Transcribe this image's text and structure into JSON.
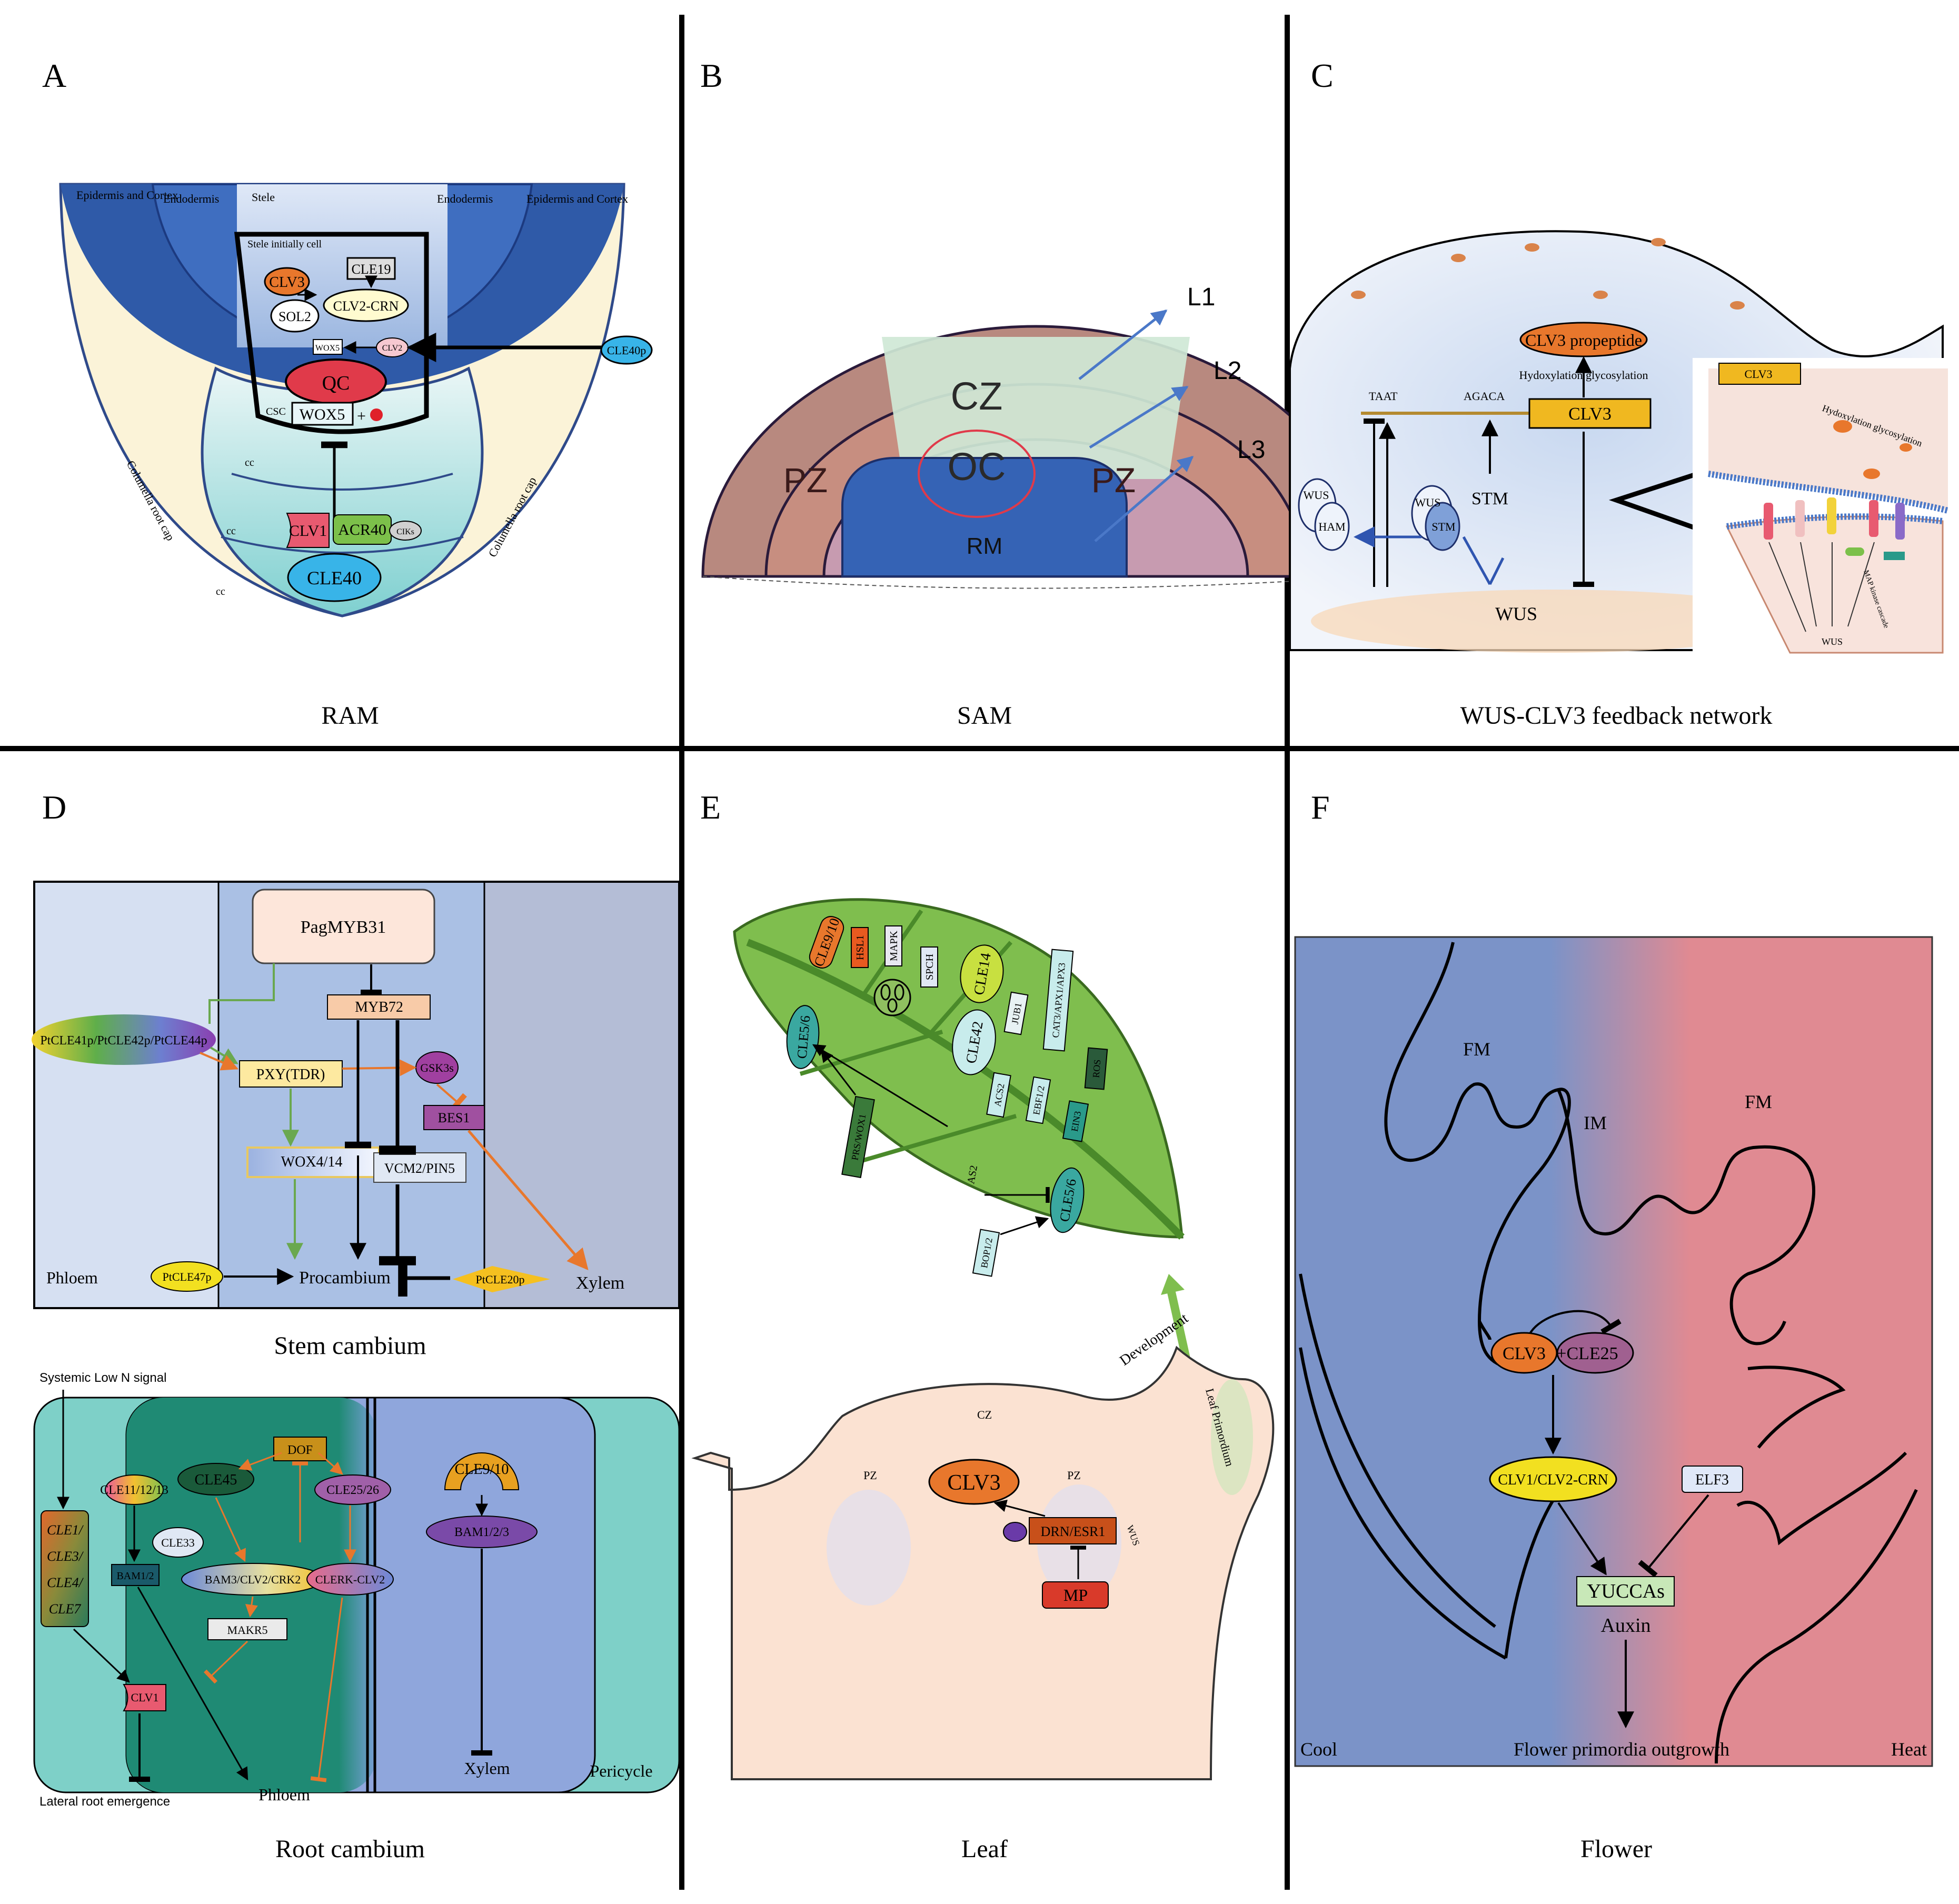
{
  "panels": {
    "A": {
      "letter": "A",
      "caption": "RAM",
      "labels": {
        "epi_left": "Epidermis and Cortex",
        "endo_left": "Endodermis",
        "stele": "Stele",
        "endo_right": "Endodermis",
        "epi_right": "Epidermis and Cortex",
        "stele_init": "Stele initially cell",
        "clv3": "CLV3",
        "cle19": "CLE19",
        "sol2": "SOL2",
        "clv2crn": "CLV2-CRN",
        "wox5_small": "WOX5",
        "clv2": "CLV2",
        "cle40p": "CLE40p",
        "qc": "QC",
        "csc": "CSC",
        "wox5": "WOX5",
        "plus": "+",
        "cc1": "cc",
        "cc2": "cc",
        "cc3": "cc",
        "clv1": "CLV1",
        "acr40": "ACR40",
        "ciks": "CIKs",
        "cle40": "CLE40",
        "col_left": "Columella root cap",
        "col_right": "Columella root cap"
      }
    },
    "B": {
      "letter": "B",
      "caption": "SAM",
      "labels": {
        "cz": "CZ",
        "oc": "OC",
        "pz_left": "PZ",
        "pz_right": "PZ",
        "rm": "RM",
        "l1": "L1",
        "l2": "L2",
        "l3": "L3"
      }
    },
    "C": {
      "letter": "C",
      "caption": "WUS-CLV3 feedback network",
      "labels": {
        "propeptide": "CLV3 propeptide",
        "hydrox": "Hydoxylation glycosylation",
        "taat": "TAAT",
        "agaca": "AGACA",
        "clv3": "CLV3",
        "stm": "STM",
        "wus_c": "WUS",
        "stm_c": "STM",
        "wus_h": "WUS",
        "ham": "HAM",
        "wus": "WUS",
        "inset_clv3": "CLV3",
        "inset_hydrox": "Hydoxylation glycosylation",
        "inset_map": "MAP kinase cascade",
        "inset_wus": "WUS"
      }
    },
    "D": {
      "letter": "D",
      "caption_stem": "Stem cambium",
      "caption_root": "Root cambium",
      "stem": {
        "pagmyb31": "PagMYB31",
        "myb72": "MYB72",
        "ptcle": "PtCLE41p/PtCLE42p/PtCLE44p",
        "pxy": "PXY(TDR)",
        "gsk3s": "GSK3s",
        "bes1": "BES1",
        "wox4": "WOX4/14",
        "vcm2": "VCM2/PIN5",
        "phloem": "Phloem",
        "ptcle47": "PtCLE47p",
        "procambium": "Procambium",
        "ptcle20": "PtCLE20p",
        "xylem": "Xylem"
      },
      "root": {
        "systemic": "Systemic Low N signal",
        "cle1": "CLE1/",
        "cle3": "CLE3/",
        "cle4": "CLE4/",
        "cle7": "CLE7",
        "cle11": "CLE11/12/13",
        "cle45": "CLE45",
        "dof": "DOF",
        "cle25": "CLE25/26",
        "cle9": "CLE9/10",
        "cle33": "CLE33",
        "bam12": "BAM1/2",
        "bam3": "BAM3/CLV2/CRK2",
        "clerk": "CLERK-CLV2",
        "bam123": "BAM1/2/3",
        "makr5": "MAKR5",
        "clv1": "CLV1",
        "phloem": "Phloem",
        "xylem": "Xylem",
        "pericycle": "Pericycle",
        "lateral": "Lateral root emergence"
      }
    },
    "E": {
      "letter": "E",
      "caption": "Leaf",
      "labels": {
        "cle9": "CLE9/10",
        "hsl1": "HSL1",
        "mapk": "MAPK",
        "spch": "SPCH",
        "cle14": "CLE14",
        "jub1": "JUB1",
        "cat": "CAT3/APX1/APX3",
        "ros": "ROS",
        "cle56a": "CLE5/6",
        "cle42": "CLE42",
        "acs2": "ACS2",
        "ebf": "EBF1/2",
        "ein3": "EIN3",
        "prs": "PRS/WOX1",
        "as2": "AS2",
        "cle56b": "CLE5/6",
        "bop": "BOP1/2",
        "development": "Development",
        "cz": "CZ",
        "pz_l": "PZ",
        "pz_r": "PZ",
        "clv3": "CLV3",
        "drn": "DRN/ESR1",
        "wus": "WUS",
        "mp": "MP",
        "primordium": "Leaf Primordium"
      }
    },
    "F": {
      "letter": "F",
      "caption": "Flower",
      "labels": {
        "fm1": "FM",
        "im": "IM",
        "fm2": "FM",
        "clv3": "CLV3",
        "cle25": "+CLE25",
        "clv1": "CLV1/CLV2-CRN",
        "elf3": "ELF3",
        "yuccas": "YUCCAs",
        "auxin": "Auxin",
        "cool": "Cool",
        "outgrowth": "Flower primordia outgrowth",
        "heat": "Heat"
      }
    }
  },
  "colors": {
    "divider": "#000000",
    "ram_dark": "#2f5aa8",
    "ram_light": "#fbf3d8",
    "sam_pz": "#b8897f",
    "sam_cz": "#cfe8d6",
    "sam_rm": "#3563b5",
    "leaf_green": "#7fbe4e",
    "flower_cool": "#7b93c8",
    "flower_heat": "#e08a92",
    "qc_red": "#e03a4a",
    "clv3_orange": "#e8772c"
  }
}
